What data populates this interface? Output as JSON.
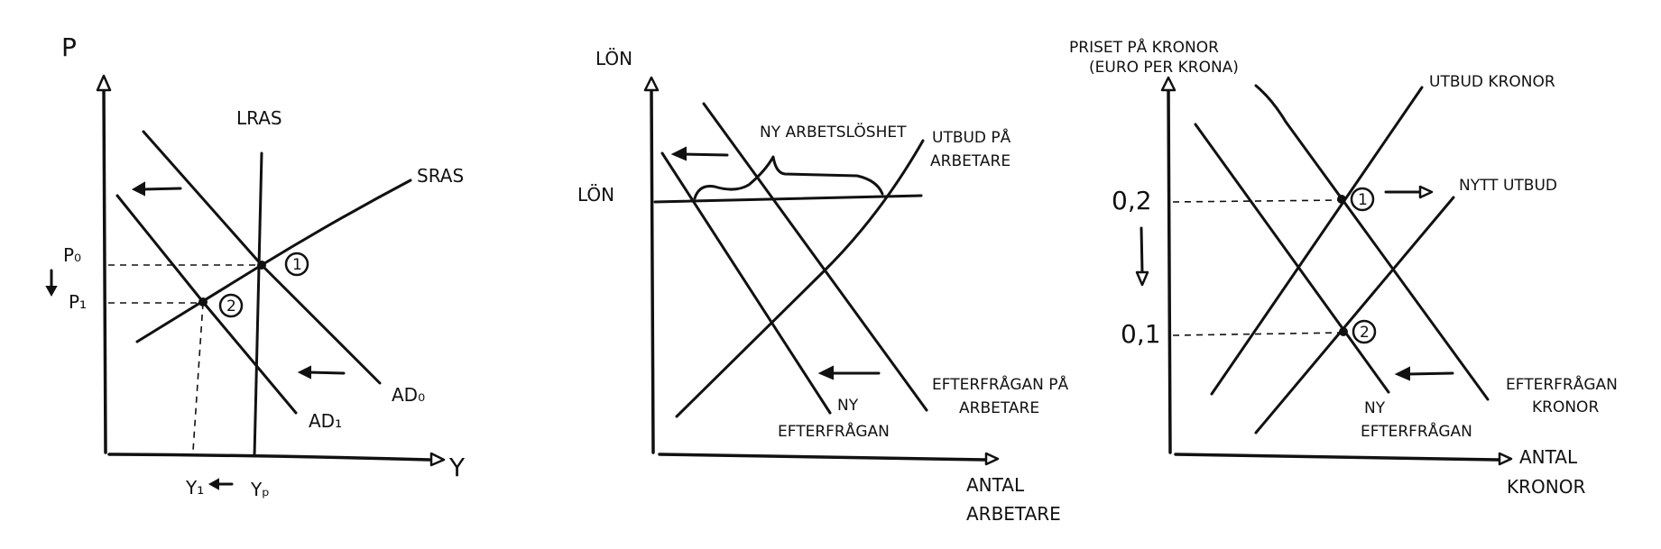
{
  "panel1": {
    "y_axis": "P",
    "x_axis": "Y",
    "lras": "LRAS",
    "sras": "SRAS",
    "ad0": "AD₀",
    "ad1": "AD₁",
    "p0": "P₀",
    "p1": "P₁",
    "y1": "Y₁",
    "yp": "Yₚ",
    "point1": "1",
    "point2": "2"
  },
  "panel2": {
    "y_axis": "LÖN",
    "wage_label": "LÖN",
    "supply_label_1": "UTBUD PÅ",
    "supply_label_2": "ARBETARE",
    "demand_label_1": "EFTERFRÅGAN PÅ",
    "demand_label_2": "ARBETARE",
    "new_demand_1": "NY",
    "new_demand_2": "EFTERFRÅGAN",
    "unemployment": "NY ARBETSLÖSHET",
    "x_axis_1": "ANTAL",
    "x_axis_2": "ARBETARE"
  },
  "panel3": {
    "y_axis_1": "PRISET PÅ KRONOR",
    "y_axis_2": "(EURO PER KRONA)",
    "supply_label": "UTBUD KRONOR",
    "new_supply_label": "NYTT UTBUD",
    "demand_label_1": "EFTERFRÅGAN",
    "demand_label_2": "KRONOR",
    "new_demand_1": "NY",
    "new_demand_2": "EFTERFRÅGAN",
    "price_high": "0,2",
    "price_low": "0,1",
    "x_axis_1": "ANTAL",
    "x_axis_2": "KRONOR",
    "point1": "1",
    "point2": "2"
  }
}
